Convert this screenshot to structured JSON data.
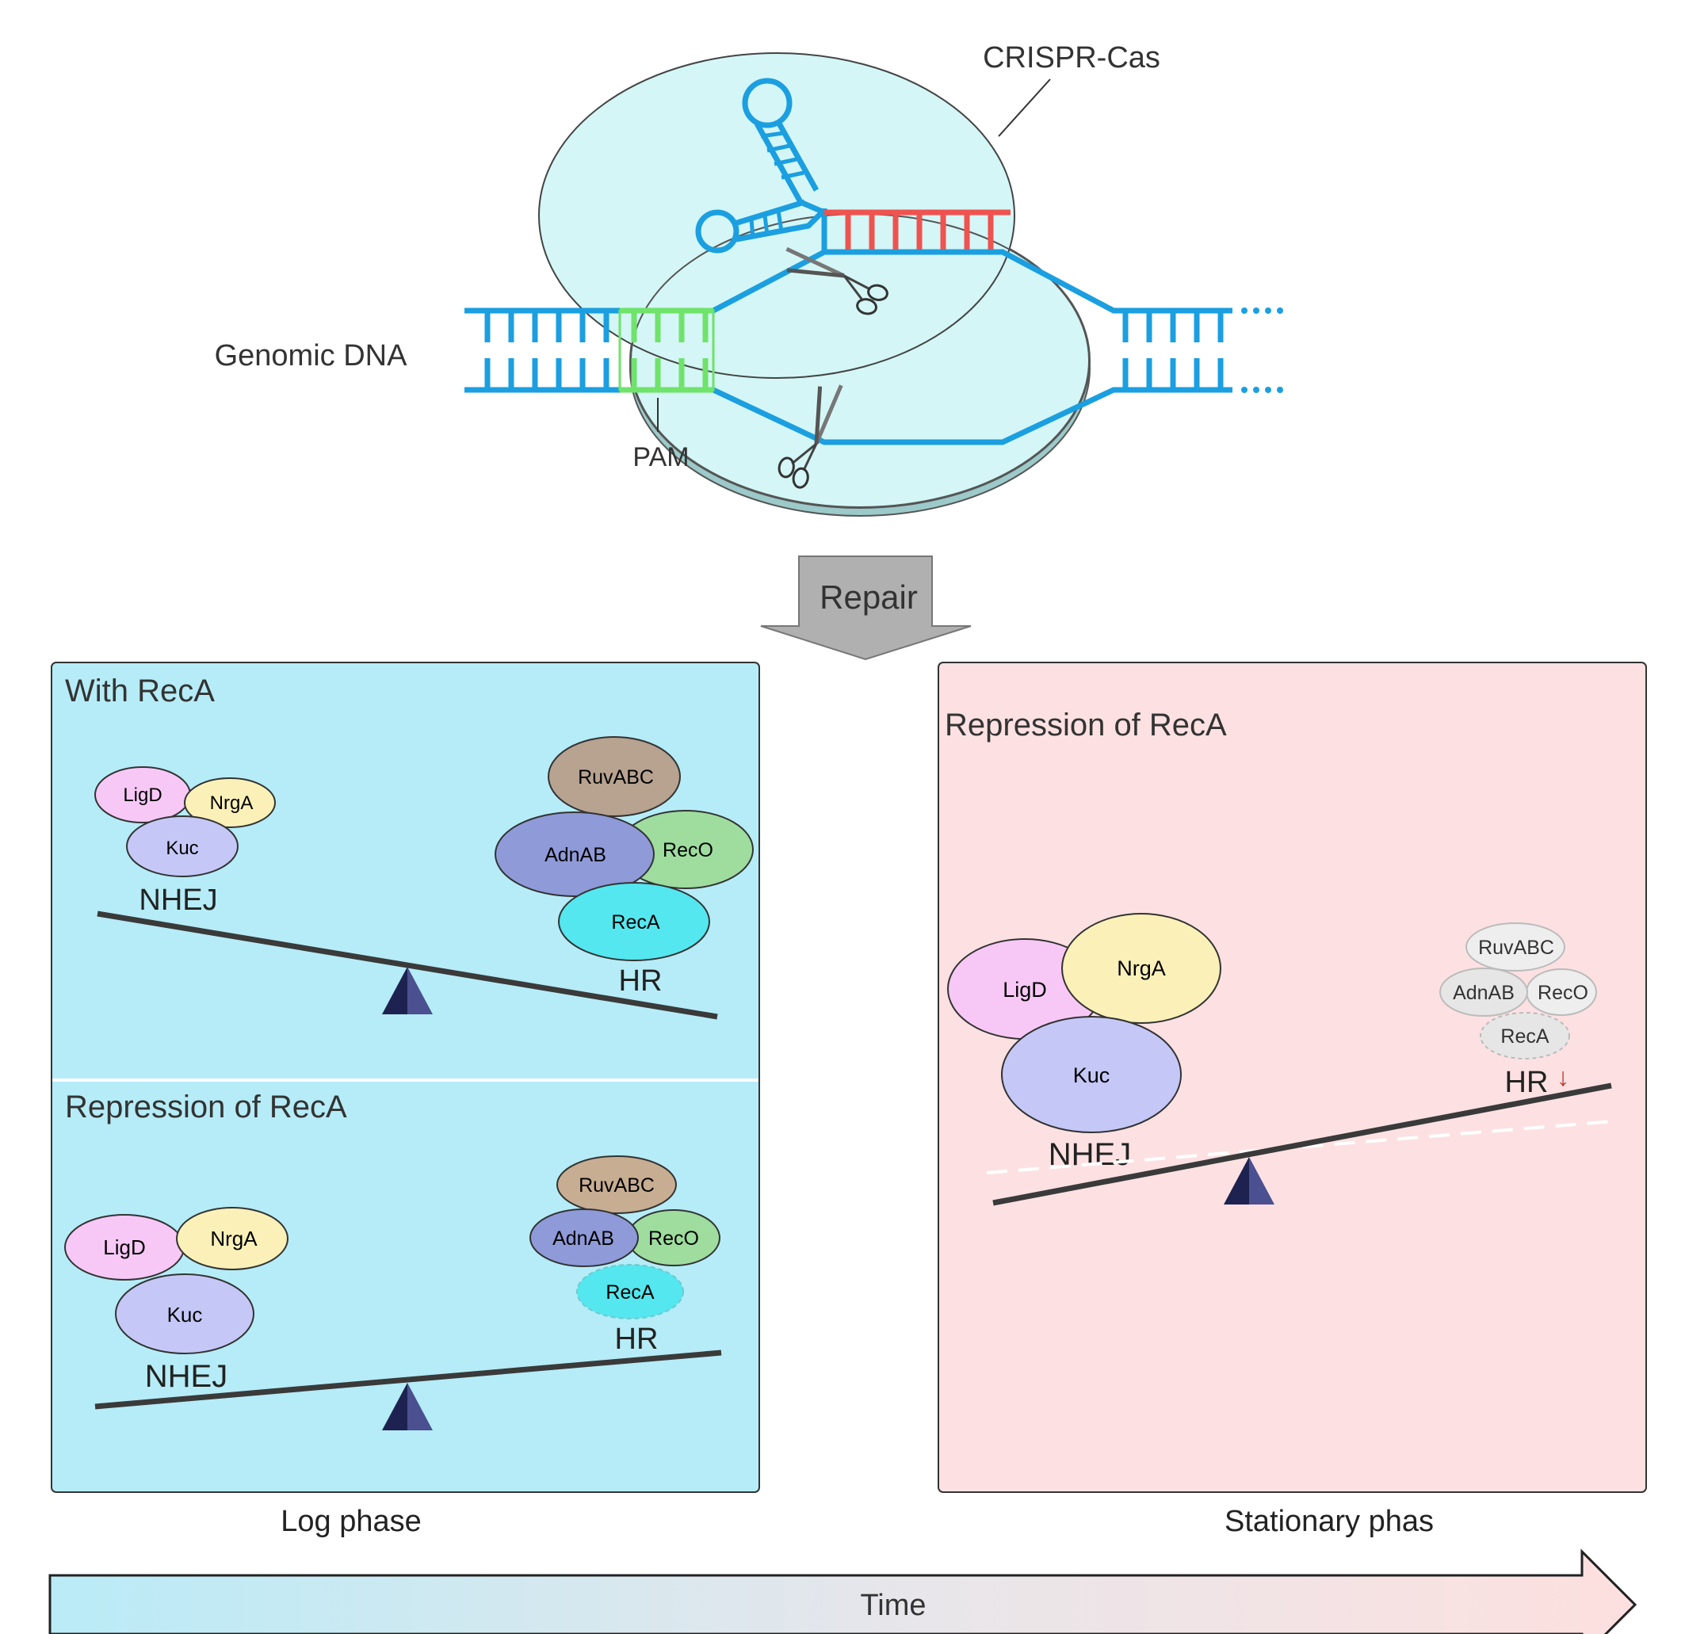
{
  "top": {
    "crispr_label": "CRISPR-Cas",
    "genomic_dna_label": "Genomic DNA",
    "pam_label": "PAM",
    "repair_label": "Repair"
  },
  "panels": {
    "log": {
      "top_title": "With RecA",
      "bottom_title": "Repression of RecA",
      "caption": "Log phase"
    },
    "stationary": {
      "title": "Repression of RecA",
      "caption": "Stationary phas"
    }
  },
  "proteins": {
    "ligd": "LigD",
    "nrga": "NrgA",
    "kuc": "Kuc",
    "ruvabc": "RuvABC",
    "adnab": "AdnAB",
    "reco": "RecO",
    "reca": "RecA"
  },
  "pathways": {
    "nhej": "NHEJ",
    "hr": "HR",
    "hr_down_arrow": "↓"
  },
  "time_label": "Time",
  "colors": {
    "log_panel_bg": "#b5ecf7",
    "stationary_panel_bg": "#fde1e2",
    "dna_strand": "#1b9fe0",
    "pam": "#6fe36a",
    "guide_target": "#f0524f",
    "cas_body": "#d4f6f6",
    "ligd": "#f7c8f6",
    "nrga": "#fbf1b8",
    "kuc": "#c5c8f7",
    "ruvabc": "#b7a390",
    "adnab": "#8f9ad8",
    "reco": "#9edd9e",
    "reca": "#54e7ef",
    "hr_arrow": "#c0392b"
  }
}
